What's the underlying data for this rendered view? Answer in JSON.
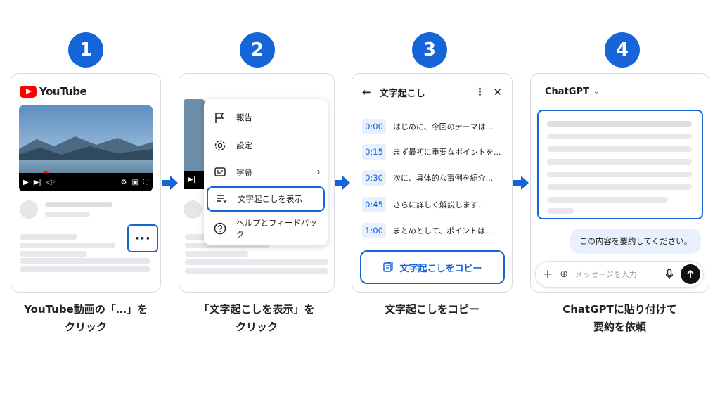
{
  "steps": [
    {
      "number": "1",
      "caption_line1": "YouTube動画の「…」を",
      "caption_line2": "クリック"
    },
    {
      "number": "2",
      "caption_line1": "「文字起こしを表示」を",
      "caption_line2": "クリック"
    },
    {
      "number": "3",
      "caption_line1": "文字起こしをコピー",
      "caption_line2": ""
    },
    {
      "number": "4",
      "caption_line1": "ChatGPTに貼り付けて",
      "caption_line2": "要約を依頼"
    }
  ],
  "youtube": {
    "logo_text": "YouTube",
    "more_label": "···",
    "progress_fraction": 0.17
  },
  "menu": {
    "items": [
      {
        "label": "報告",
        "icon": "flag-icon"
      },
      {
        "label": "設定",
        "icon": "gear-icon"
      },
      {
        "label": "字幕",
        "icon": "subtitles-icon"
      },
      {
        "label": "文字起こしを表示",
        "icon": "transcript-icon"
      },
      {
        "label": "ヘルプとフィードバック",
        "icon": "help-icon"
      }
    ]
  },
  "transcript": {
    "title": "文字起こし",
    "rows": [
      {
        "time": "0:00",
        "text": "はじめに、今回のテーマは..."
      },
      {
        "time": "0:15",
        "text": "まず最初に重要なポイントを..."
      },
      {
        "time": "0:30",
        "text": "次に、具体的な事例を紹介..."
      },
      {
        "time": "0:45",
        "text": "さらに詳しく解説します..."
      },
      {
        "time": "1:00",
        "text": "まとめとして、ポイントは..."
      }
    ],
    "copy_label": "文字起こしをコピー"
  },
  "chatgpt": {
    "model_label": "ChatGPT",
    "user_message": "この内容を要約してください。",
    "input_placeholder": "メッセージを入力"
  },
  "colors": {
    "accent": "#1565d8",
    "youtube_red": "#ff0000"
  }
}
